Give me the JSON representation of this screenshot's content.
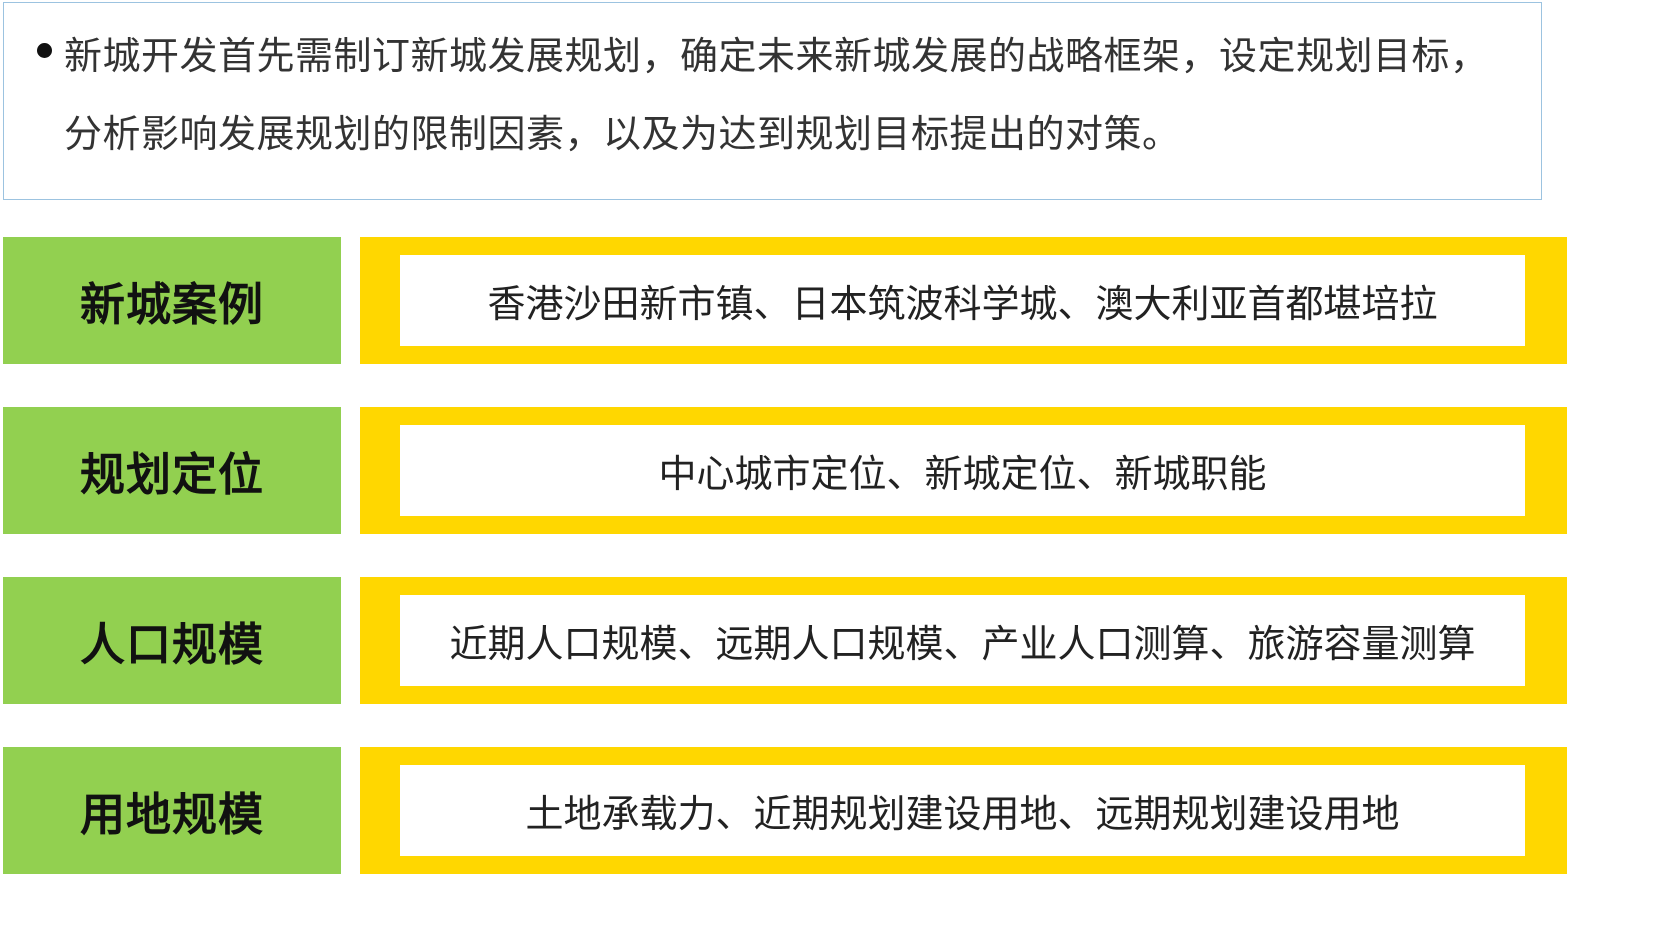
{
  "intro": {
    "text": "新城开发首先需制订新城发展规划，确定未来新城发展的战略框架，设定规划目标，分析影响发展规划的限制因素，以及为达到规划目标提出的对策。"
  },
  "rows": [
    {
      "label": "新城案例",
      "content": "香港沙田新市镇、日本筑波科学城、澳大利亚首都堪培拉"
    },
    {
      "label": "规划定位",
      "content": "中心城市定位、新城定位、新城职能"
    },
    {
      "label": "人口规模",
      "content": "近期人口规模、远期人口规模、产业人口测算、旅游容量测算"
    },
    {
      "label": "用地规模",
      "content": "土地承载力、近期规划建设用地、远期规划建设用地"
    }
  ],
  "colors": {
    "label_bg": "#92d050",
    "frame": "#ffd700",
    "intro_border": "#9cc3e0"
  }
}
